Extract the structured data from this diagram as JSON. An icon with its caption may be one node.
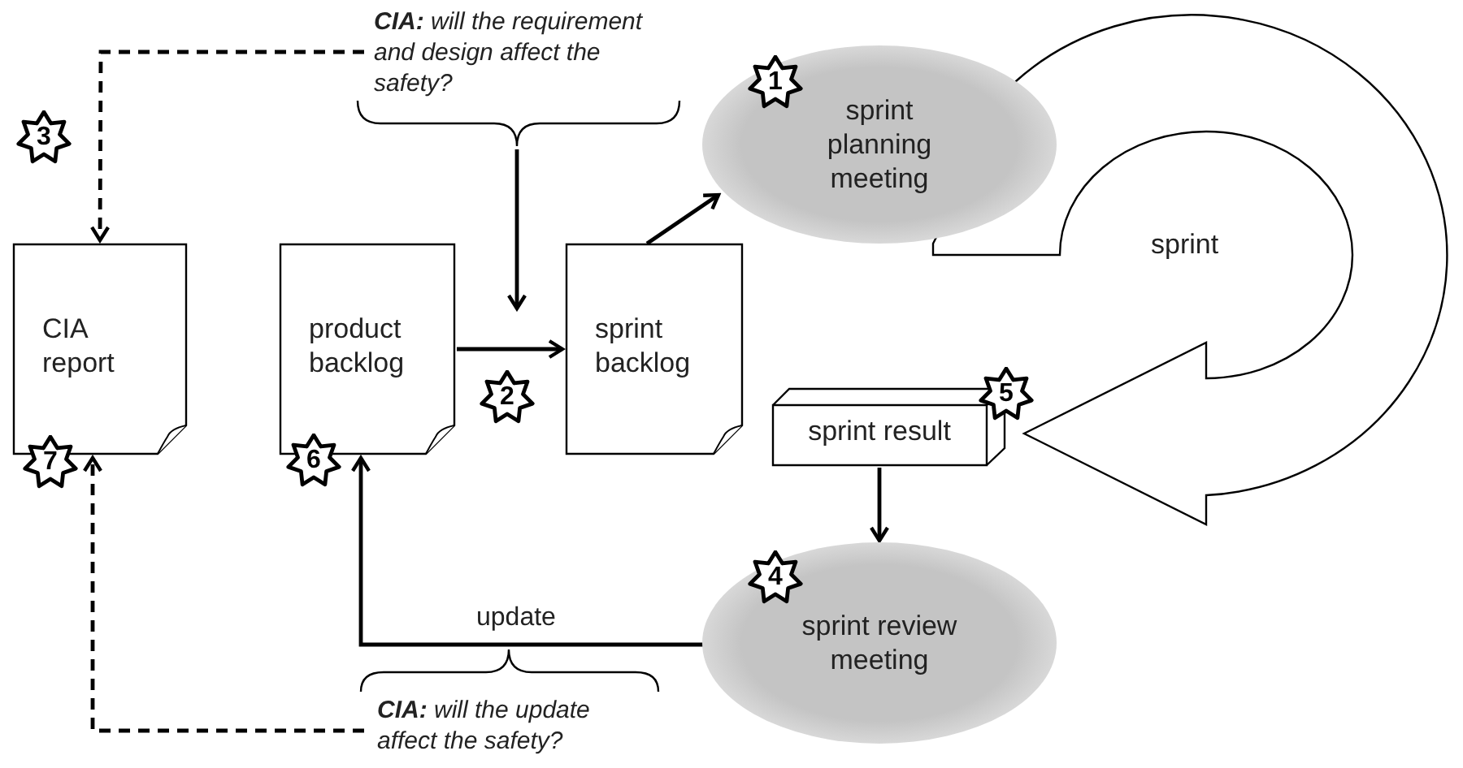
{
  "diagram": {
    "nodes": [
      {
        "text": [
          "**CIA:** will the requirement and design affect the safety?"
        ]
      },
      {
        "text": [
          "sprint planning meeting"
        ]
      },
      {
        "text": [
          "CIA report"
        ]
      },
      {
        "text": [
          "product backlog"
        ]
      },
      {
        "text": [
          "sprint backlog"
        ]
      },
      {
        "text": [
          "sprint"
        ]
      },
      {
        "text": [
          "sprint result"
        ]
      },
      {
        "text": [
          "sprint review meeting"
        ]
      },
      {
        "text": [
          "**CIA:** will the update affect the safety?"
        ]
      }
    ],
    "edges": [
      {
        "from": 0,
        "to": 2,
        "arrow": "to",
        "style": "dashed"
      },
      {
        "from": 0,
        "to": null,
        "arrow": "to"
      },
      {
        "from": 3,
        "to": 4,
        "arrow": "to"
      },
      {
        "from": 4,
        "to": 1,
        "arrow": "to"
      },
      {
        "from": 6,
        "to": 7,
        "arrow": "to"
      },
      {
        "from": 7,
        "to": 3,
        "arrow": "to",
        "label": "update"
      },
      {
        "from": 8,
        "to": 2,
        "arrow": "to",
        "style": "dashed"
      }
    ],
    "labels": [
      "1",
      "3",
      "2",
      "5",
      "7",
      "6",
      "4"
    ]
  }
}
